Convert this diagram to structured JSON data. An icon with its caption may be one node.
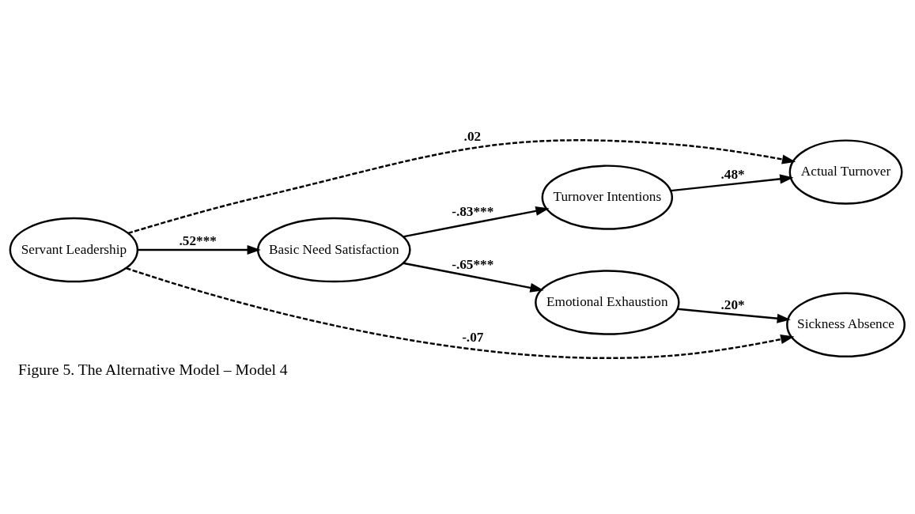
{
  "diagram": {
    "caption": "Figure 5. The Alternative Model – Model 4",
    "nodes": [
      {
        "text": [
          "Servant Leadership"
        ]
      },
      {
        "text": [
          "Basic Need Satisfaction"
        ]
      },
      {
        "text": [
          "Turnover Intentions"
        ]
      },
      {
        "text": [
          "Emotional Exhaustion"
        ]
      },
      {
        "text": [
          "Actual Turnover"
        ]
      },
      {
        "text": [
          "Sickness Absence"
        ]
      }
    ],
    "edges": [
      {
        "from": 0,
        "to": 4,
        "arrow": "to",
        "style": "dashed",
        "label": ".02"
      },
      {
        "from": 0,
        "to": 1,
        "arrow": "to",
        "label": ".52***"
      },
      {
        "from": 1,
        "to": 2,
        "arrow": "to",
        "label": "-.83***"
      },
      {
        "from": 2,
        "to": 4,
        "arrow": "to",
        "label": ".48*"
      },
      {
        "from": 1,
        "to": 3,
        "arrow": "to",
        "label": "-.65***"
      },
      {
        "from": 3,
        "to": 5,
        "arrow": "to",
        "label": ".20*"
      },
      {
        "from": 0,
        "to": 5,
        "arrow": "to",
        "style": "dashed",
        "label": "-.07"
      }
    ]
  }
}
